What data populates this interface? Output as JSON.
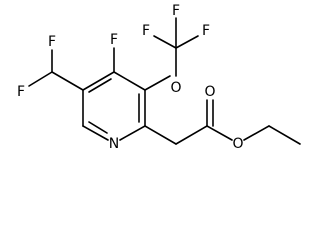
{
  "molecule": {
    "atoms": [
      {
        "id": "F1",
        "label": "F"
      },
      {
        "id": "F2",
        "label": "F"
      },
      {
        "id": "F3",
        "label": "F"
      },
      {
        "id": "F4",
        "label": "F"
      },
      {
        "id": "F5",
        "label": "F"
      },
      {
        "id": "F6",
        "label": "F"
      },
      {
        "id": "O1",
        "label": "O"
      },
      {
        "id": "N1",
        "label": "N"
      },
      {
        "id": "O2",
        "label": "O"
      },
      {
        "id": "O3",
        "label": "O"
      }
    ]
  }
}
